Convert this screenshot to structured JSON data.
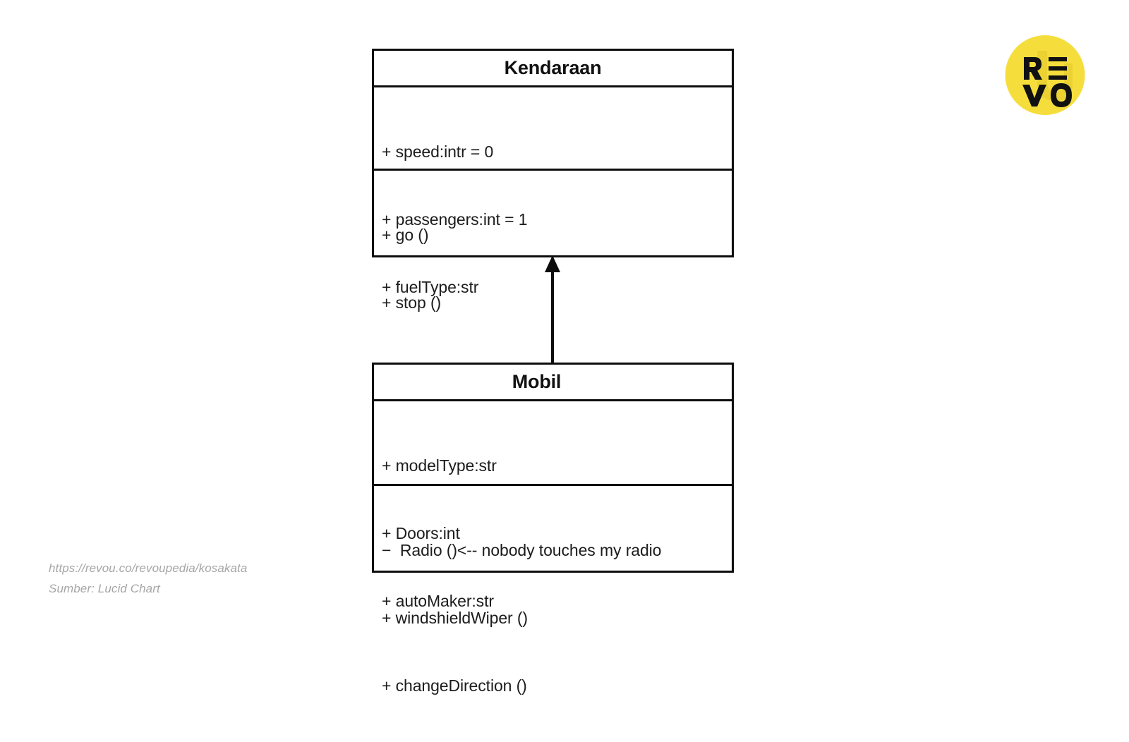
{
  "diagram": {
    "type": "uml-class-diagram",
    "background_color": "#FFFFFF",
    "stroke_color": "#0D0D0D",
    "classes": [
      {
        "name": "Kendaraan",
        "attributes": [
          "+ speed:intr = 0",
          "+ passengers:int = 1",
          "+ fuelType:str"
        ],
        "operations": [
          "+ go ()",
          "+ stop ()",
          "+ changeDirection ()"
        ]
      },
      {
        "name": "Mobil",
        "attributes": [
          "+ modelType:str",
          "+ Doors:int",
          "+ autoMaker:str"
        ],
        "operations": [
          "−  Radio ()<-- nobody touches my radio",
          "+ windshieldWiper ()",
          "+ changeDirection ()"
        ]
      }
    ],
    "relationship": {
      "kind": "generalization",
      "from": "Mobil",
      "to": "Kendaraan",
      "arrow": "solid-filled-triangle-up"
    }
  },
  "footer": {
    "url": "https://revou.co/revoupedia/kosakata",
    "source": "Sumber: Lucid Chart",
    "text_color": "#A6A6A6"
  },
  "logo": {
    "name": "revou-logo",
    "letters": [
      "R",
      "E",
      "V",
      "O"
    ],
    "circle_color": "#F5DE3C",
    "watermark_color": "#E8CE2E",
    "letter_color": "#111111"
  }
}
